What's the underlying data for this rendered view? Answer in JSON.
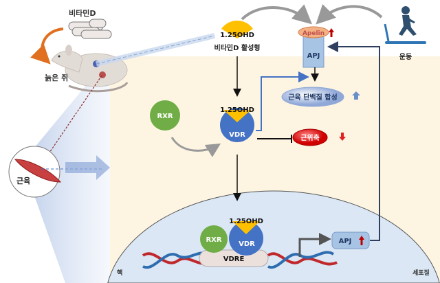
{
  "labels": {
    "vitamin_d": "비타민D",
    "old_rat": "늙은 쥐",
    "muscle": "근육",
    "active_vitd_molecule": "1.25OHD",
    "active_vitd_caption": "비타민D 활성형",
    "apelin": "Apelin",
    "apj": "APJ",
    "exercise": "운동",
    "protein_synthesis": "근육 단백질 합성",
    "rxr": "RXR",
    "vdr": "VDR",
    "vdr_ligand": "1.25OHD",
    "atrophy": "근위축",
    "nuclear_rxr": "RXR",
    "nuclear_vdr": "VDR",
    "nuclear_ligand": "1.25OHD",
    "vdre": "VDRE",
    "apj_gene": "APJ",
    "nucleus": "핵",
    "cytoplasm": "세포질"
  },
  "colors": {
    "cytoplasm": "#fdf5e2",
    "nucleus": "#dbe7f4",
    "vdr": "#4472c4",
    "rxr": "#70ad47",
    "ligand": "#ffc000",
    "increase_arrow": "#c00000",
    "atrophy": "#e02020",
    "exercise_icon": "#2e75b6"
  },
  "indicators": {
    "apelin": "up",
    "protein_synthesis": "up",
    "atrophy": "down",
    "apj_gene": "up"
  }
}
